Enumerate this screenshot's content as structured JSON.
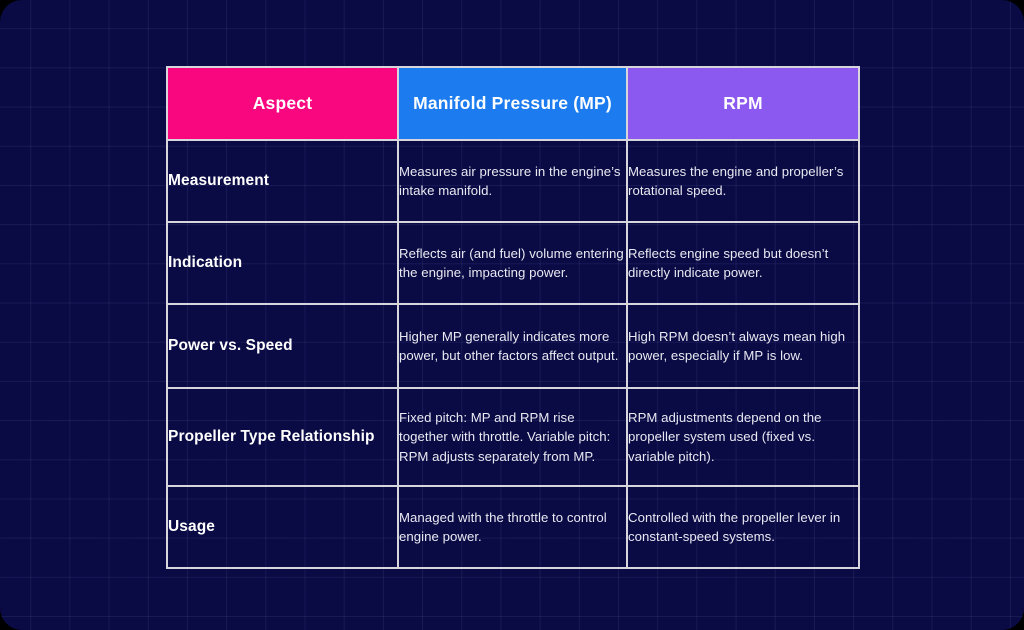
{
  "theme": {
    "background_color": "#0a0a44",
    "grid_line_color": "#7887cd",
    "table_border_color": "#d6d6dc",
    "header_aspect_color": "#f9077f",
    "header_mp_color": "#1b7bef",
    "header_rpm_color": "#8b59ef",
    "label_text_color": "#ffffff",
    "body_text_color": "#e9e9f2"
  },
  "table": {
    "headers": [
      {
        "id": "aspect",
        "label": "Aspect"
      },
      {
        "id": "mp",
        "label": "Manifold Pressure (MP)"
      },
      {
        "id": "rpm",
        "label": "RPM"
      }
    ],
    "rows": [
      {
        "aspect": "Measurement",
        "mp": "Measures air pressure in the engine’s intake manifold.",
        "rpm": "Measures the engine and propeller’s rotational speed."
      },
      {
        "aspect": "Indication",
        "mp": "Reflects air (and fuel) volume entering the engine, impacting power.",
        "rpm": "Reflects engine speed but doesn’t directly indicate power."
      },
      {
        "aspect": "Power vs. Speed",
        "mp": "Higher MP generally indicates more power, but other factors affect output.",
        "rpm": "High RPM doesn’t always mean high power, especially if MP is low."
      },
      {
        "aspect": "Propeller Type Relationship",
        "mp": "Fixed pitch: MP and RPM rise together with throttle. Variable pitch: RPM adjusts separately from MP.",
        "rpm": "RPM adjustments depend on the propeller system used (fixed vs. variable pitch)."
      },
      {
        "aspect": "Usage",
        "mp": "Managed with the throttle to control engine power.",
        "rpm": "Controlled with the propeller lever in constant-speed systems."
      }
    ]
  }
}
